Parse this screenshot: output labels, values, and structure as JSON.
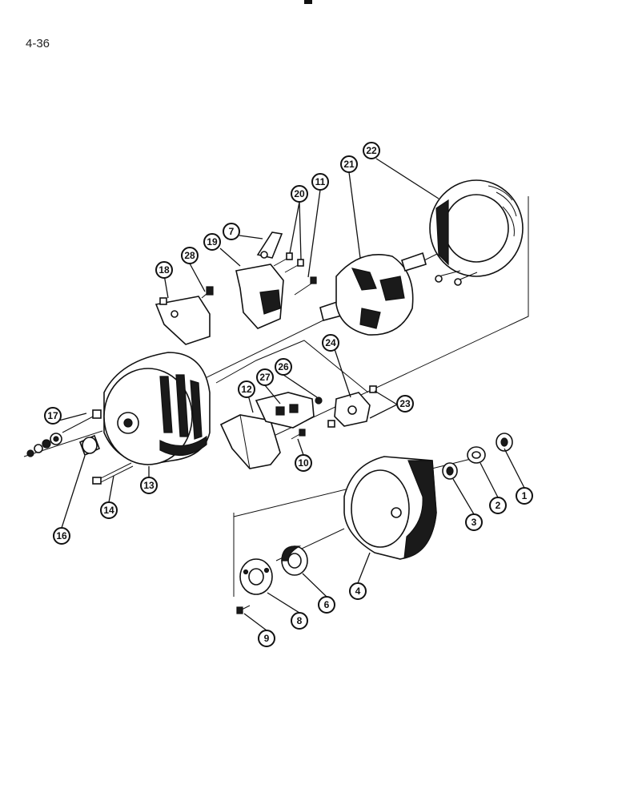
{
  "page": {
    "number": "4-36"
  },
  "callouts": {
    "c1": "1",
    "c2": "2",
    "c3": "3",
    "c4": "4",
    "c6": "6",
    "c7": "7",
    "c8": "8",
    "c9": "9",
    "c10": "10",
    "c11": "11",
    "c12": "12",
    "c13": "13",
    "c14": "14",
    "c16": "16",
    "c17": "17",
    "c18": "18",
    "c19": "19",
    "c20": "20",
    "c21": "21",
    "c22": "22",
    "c23": "23",
    "c24": "24",
    "c26": "26",
    "c27": "27",
    "c28": "28"
  }
}
